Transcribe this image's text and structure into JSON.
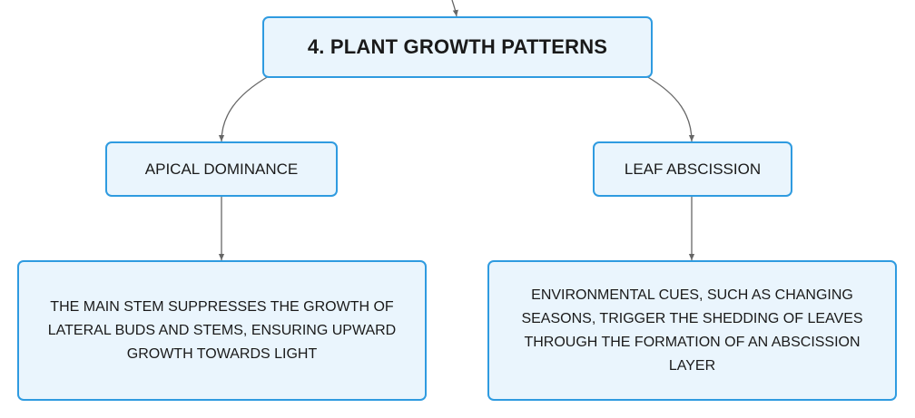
{
  "root": {
    "title": "4. PLANT GROWTH PATTERNS"
  },
  "branches": [
    {
      "label": "APICAL DOMINANCE",
      "detail": "THE MAIN STEM SUPPRESSES THE GROWTH OF LATERAL BUDS AND STEMS, ENSURING UPWARD GROWTH TOWARDS LIGHT"
    },
    {
      "label": "LEAF ABSCISSION",
      "detail": "ENVIRONMENTAL CUES, SUCH AS CHANGING SEASONS, TRIGGER THE SHEDDING OF LEAVES THROUGH THE FORMATION OF AN ABSCISSION LAYER"
    }
  ],
  "colors": {
    "border": "#2f9be0",
    "fill": "#eaf5fd",
    "connector": "#666666"
  }
}
